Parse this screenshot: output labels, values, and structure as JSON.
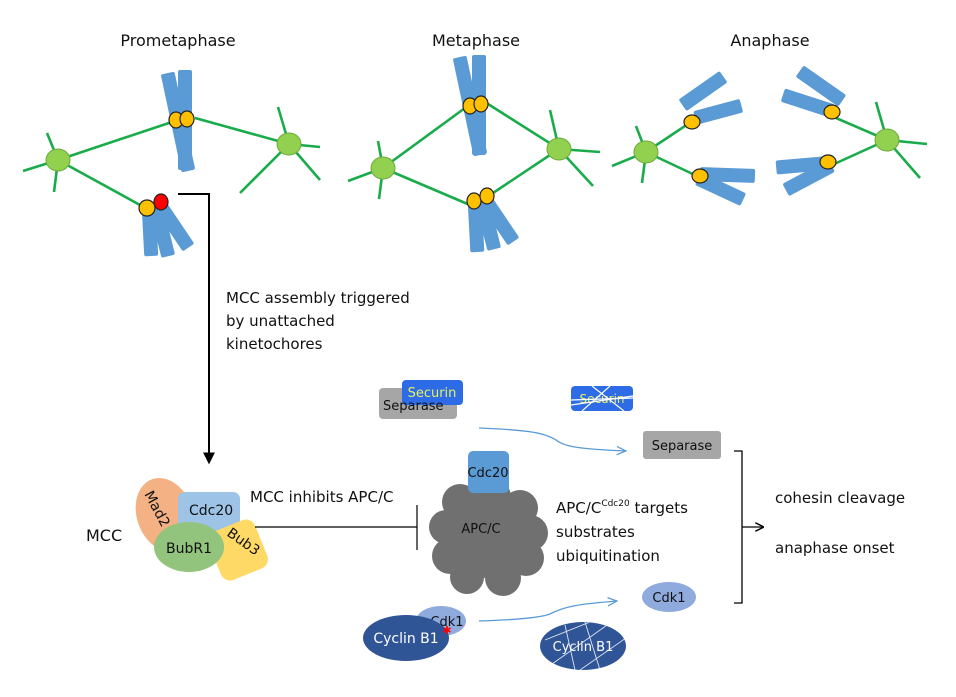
{
  "phases": {
    "prometaphase": "Prometaphase",
    "metaphase": "Metaphase",
    "anaphase": "Anaphase"
  },
  "annotations": {
    "mcc_assembly": [
      "MCC assembly triggered",
      "by unattached",
      "kinetochores"
    ],
    "mcc_inhibits": "MCC inhibits APC/C",
    "apc_targets_line1": "APC/C",
    "apc_targets_sup": "Cdc20",
    "apc_targets_line1_rest": " targets",
    "apc_targets_line2": "substrates",
    "apc_targets_line3": "ubiquitination",
    "outcome_1": "cohesin cleavage",
    "outcome_2": "anaphase onset"
  },
  "mcc": {
    "label": "MCC",
    "mad2": "Mad2",
    "cdc20": "Cdc20",
    "bubr1": "BubR1",
    "bub3": "Bub3"
  },
  "apc": {
    "label": "APC/C",
    "cdc20": "Cdc20"
  },
  "substrates": {
    "securin": "Securin",
    "separase": "Separase",
    "securin_degraded": "Securin",
    "separase_free": "Separase",
    "cdk1": "Cdk1",
    "cyclin_b1": "Cyclin B1",
    "cdk1_free": "Cdk1",
    "cyclin_b1_degraded": "Cyclin B1"
  },
  "colors": {
    "chromosome": "#5b9bd5",
    "kinetochore": "#ffc000",
    "unattached_kinetochore": "#ff0000",
    "spindle_pole": "#92d050",
    "microtubule": "#1aab4b",
    "mad2": "#f4b183",
    "cdc20_mcc": "#9dc3e6",
    "bubr1": "#93c47d",
    "bub3": "#ffd966",
    "apc": "#707070",
    "cdc20_apc": "#5b9bd5",
    "securin": "#2e6be6",
    "securin_text": "#e6f25c",
    "separase": "#a6a6a6",
    "cyclin_b1": "#2f5597",
    "cdk1": "#8faadc",
    "arrow_blue": "#5b9bd5"
  }
}
